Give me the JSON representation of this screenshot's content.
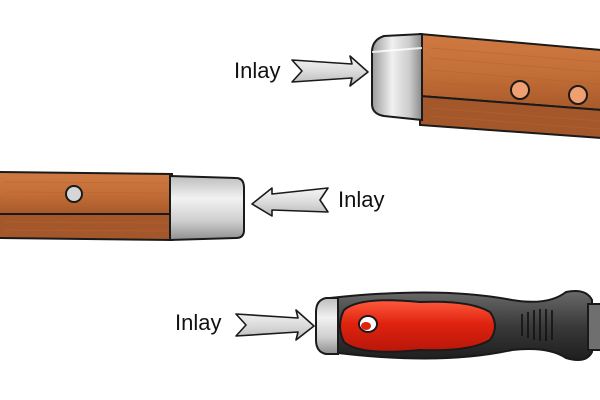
{
  "labels": {
    "top": "Inlay",
    "middle": "Inlay",
    "bottom": "Inlay"
  },
  "colors": {
    "wood_light": "#c46f38",
    "wood_dark": "#a85a2a",
    "ferrule_light": "#e6e6e6",
    "ferrule_mid": "#b3b3b3",
    "ferrule_dark": "#8a8a8a",
    "pin": "#f0a070",
    "handle_red": "#e0230f",
    "handle_black": "#3a3a3a",
    "arrow_fill": "#dcdcdc",
    "outline": "#1a1a1a"
  },
  "icons": [
    "arrow-pointer-icon",
    "chisel-handle-icon"
  ]
}
